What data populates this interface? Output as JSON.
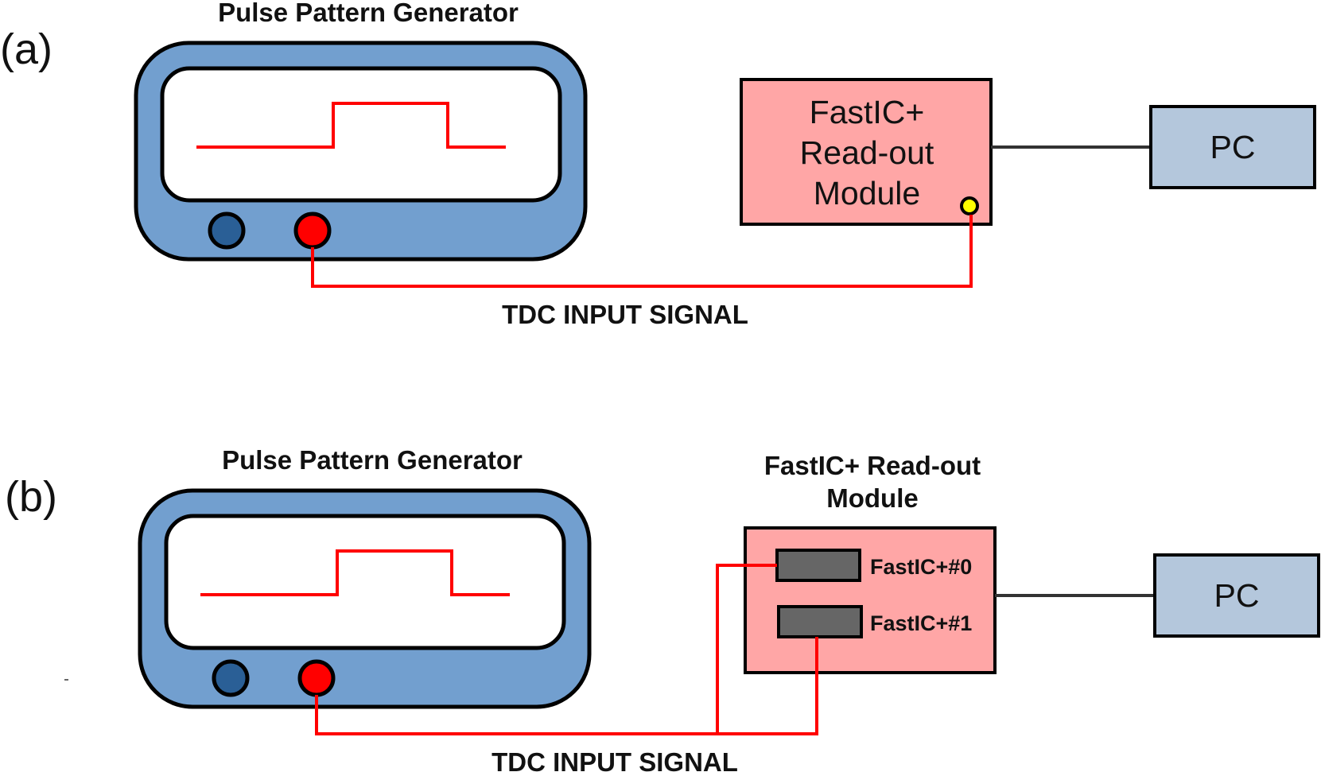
{
  "panel_a": {
    "tag": "(a)",
    "generator_title": "Pulse Pattern Generator",
    "module_lines": [
      "FastIC+",
      "Read-out",
      "Module"
    ],
    "pc_label": "PC",
    "signal_label": "TDC INPUT SIGNAL"
  },
  "panel_b": {
    "tag": "(b)",
    "generator_title": "Pulse Pattern Generator",
    "module_title_lines": [
      "FastIC+ Read-out",
      "Module"
    ],
    "chip_labels": [
      "FastIC+#0",
      "FastIC+#1"
    ],
    "pc_label": "PC",
    "signal_label": "TDC INPUT SIGNAL"
  },
  "colors": {
    "generator_body": "#729fcf",
    "generator_knob": "#2a5f96",
    "signal_red": "#ff0000",
    "module_fill": "#ffa6a6",
    "pc_fill": "#b4c7dc",
    "connector_yellow": "#ffff00",
    "chip_fill": "#666666",
    "cable": "#333333"
  }
}
